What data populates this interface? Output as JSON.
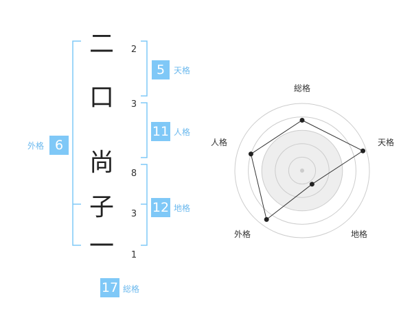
{
  "name": {
    "chars": [
      "二",
      "口",
      "尚",
      "子",
      "一"
    ],
    "strokes": [
      "2",
      "3",
      "8",
      "3",
      "1"
    ]
  },
  "fortune": {
    "tenkaku": {
      "value": "5",
      "label": "天格"
    },
    "jinkaku": {
      "value": "11",
      "label": "人格"
    },
    "chikaku": {
      "value": "12",
      "label": "地格"
    },
    "gaikaku": {
      "value": "6",
      "label": "外格"
    },
    "soukaku": {
      "value": "17",
      "label": "総格"
    }
  },
  "radar": {
    "axes": [
      "総格",
      "天格",
      "地格",
      "外格",
      "人格"
    ],
    "values": [
      0.75,
      0.95,
      0.25,
      0.9,
      0.8
    ],
    "fill_color": "#eeeeee",
    "ring_color": "#cccccc",
    "line_color": "#333333"
  },
  "colors": {
    "accent": "#7fc8f7",
    "bracket": "#7fc8f7",
    "label": "#6cb9ee"
  }
}
